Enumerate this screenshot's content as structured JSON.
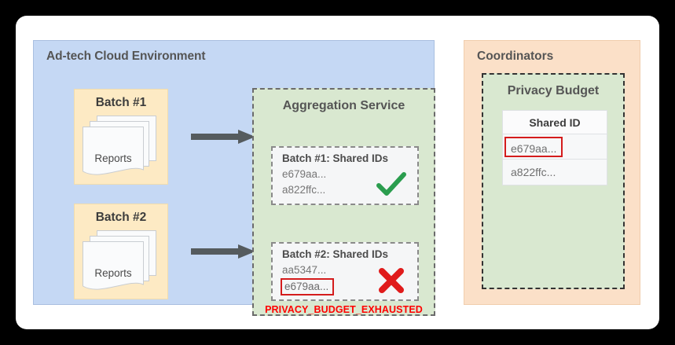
{
  "diagram": {
    "adtech": {
      "title": "Ad-tech Cloud Environment",
      "batches": [
        {
          "title": "Batch #1",
          "docs_label": "Reports"
        },
        {
          "title": "Batch #2",
          "docs_label": "Reports"
        }
      ],
      "arrow_icon": "right-arrow-icon"
    },
    "aggregation_service": {
      "title": "Aggregation Service",
      "batches": [
        {
          "title": "Batch #1: Shared IDs",
          "ids": [
            "e679aa...",
            "a822ffc..."
          ],
          "flagged_id": null,
          "status": "success",
          "status_icon": "green-check-icon"
        },
        {
          "title": "Batch #2: Shared IDs",
          "ids": [
            "aa5347..."
          ],
          "flagged_id": "e679aa...",
          "status": "error",
          "status_icon": "red-x-icon"
        }
      ],
      "error_message": "PRIVACY_BUDGET_EXHAUSTED"
    },
    "coordinators": {
      "title": "Coordinators",
      "privacy_budget": {
        "title": "Privacy Budget",
        "table": {
          "header": "Shared ID",
          "rows": [
            {
              "value": "e679aa...",
              "highlighted": true
            },
            {
              "value": "a822ffc...",
              "highlighted": false
            }
          ]
        }
      }
    },
    "colors": {
      "adtech_bg": "#c5d8f4",
      "batch_bg": "#fdeac4",
      "service_bg": "#d9e8d0",
      "coordinators_bg": "#fbe0c8",
      "error_red": "#ff0000",
      "highlight_red": "#d41c1c",
      "success_green": "#2a9d4e"
    }
  }
}
